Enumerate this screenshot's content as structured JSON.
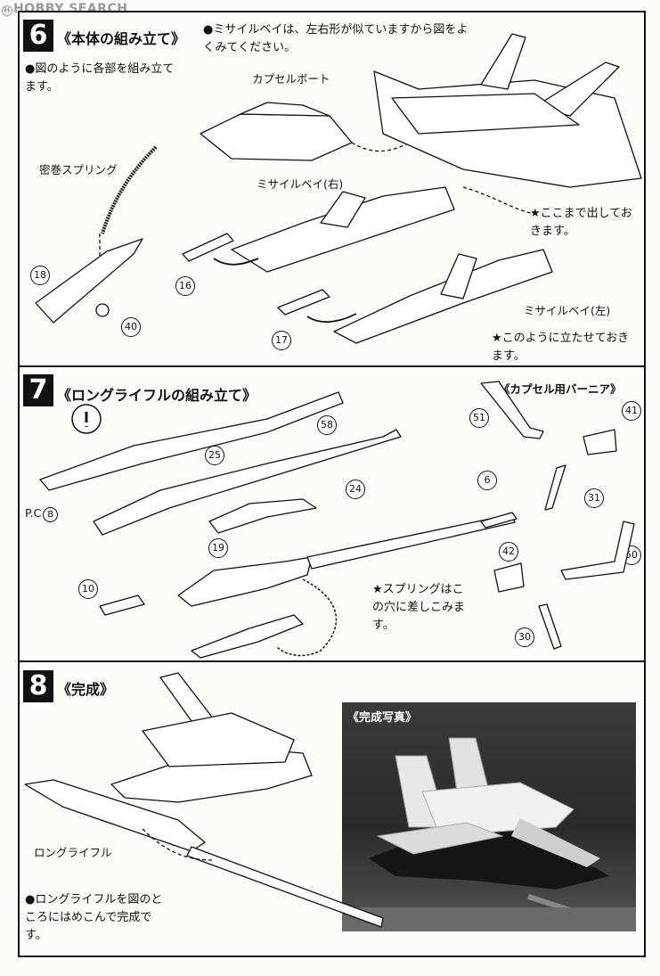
{
  "watermark": "HOBBY SEARCH",
  "step6": {
    "number": "6",
    "title": "《本体の組み立て》",
    "note_left": "●図のように各部を組み立てます。",
    "note_top": "●ミサイルベイは、左右形が似ていますから図をよくみてください。",
    "label_capsule_boat": "カプセルボート",
    "label_spring": "密巻スプリング",
    "label_bay_right": "ミサイルベイ(右)",
    "label_bay_left": "ミサイルベイ(左)",
    "note_extend": "★ここまで出しておきます。",
    "note_stand": "★このように立たせておきます。",
    "parts": [
      "18",
      "40",
      "16",
      "17"
    ]
  },
  "step7": {
    "number": "7",
    "title": "《ロングライフルの組み立て》",
    "subtitle": "《カプセル用バーニア》",
    "label_pc": "P.C",
    "label_pc_letter": "B",
    "note_spring": "★スプリングはこの穴に差しこみます。",
    "parts": [
      "58",
      "25",
      "24",
      "6",
      "19",
      "10",
      "41",
      "51",
      "31",
      "42",
      "50",
      "30"
    ]
  },
  "step8": {
    "number": "8",
    "title": "《完成》",
    "label_rifle": "ロングライフル",
    "note_complete": "●ロングライフルを図のところにはめこんで完成です。",
    "photo_caption": "《完成写真》"
  }
}
